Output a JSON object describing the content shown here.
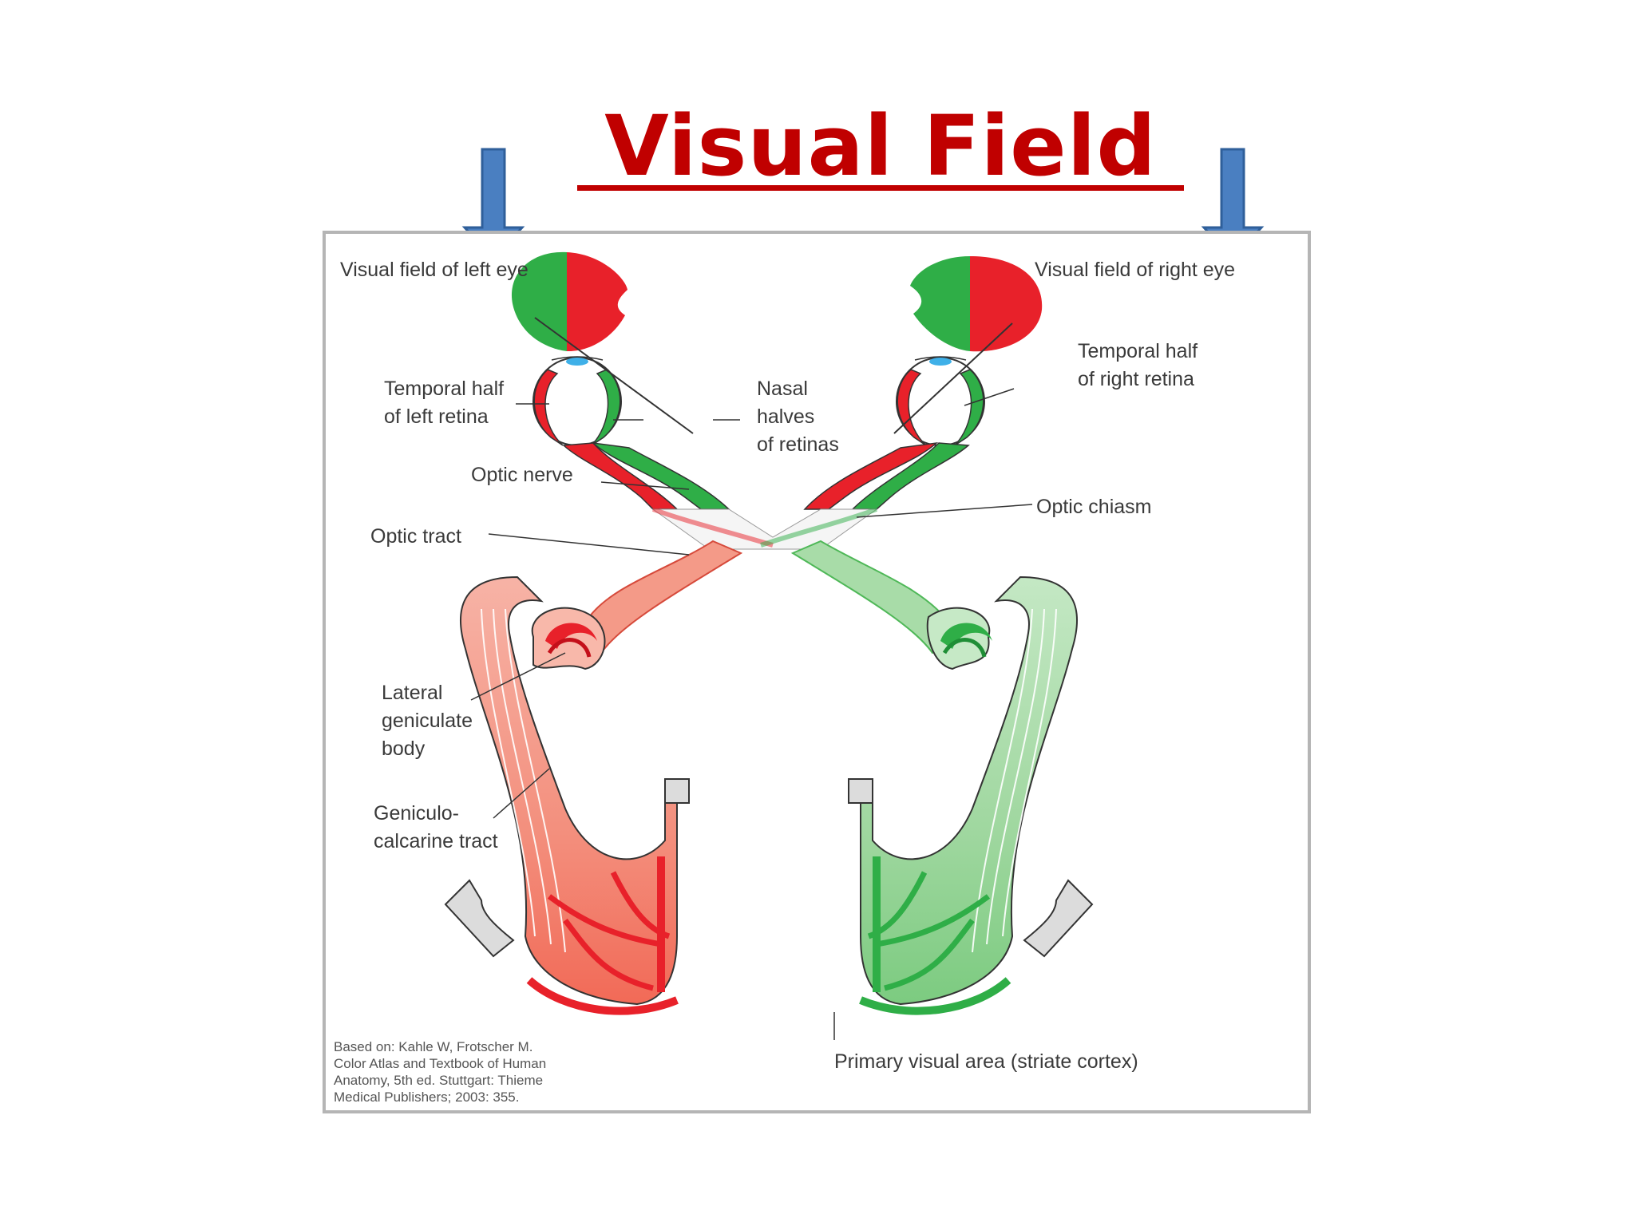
{
  "title": "Visual Field",
  "colors": {
    "title": "#c00000",
    "arrow": "#4a7fc1",
    "left_pathway": "#e8212a",
    "right_pathway": "#2fae47",
    "cortex_grey": "#dcdcdc"
  },
  "labels": {
    "field_left_eye": "Visual field of left eye",
    "field_right_eye": "Visual field of right eye",
    "temporal_left": "Temporal half\nof left retina",
    "temporal_right": "Temporal half\nof right retina",
    "nasal": "Nasal\nhalves\nof retinas",
    "optic_nerve": "Optic nerve",
    "optic_chiasm": "Optic chiasm",
    "optic_tract": "Optic tract",
    "lgb": "Lateral\ngeniculate\nbody",
    "geniculo": "Geniculo-\ncalcarine tract",
    "primary_visual": "Primary visual area (striate cortex)"
  },
  "credit": "Based on: Kahle W, Frotscher M.\nColor Atlas and Textbook of Human\nAnatomy, 5th ed. Stuttgart: Thieme\nMedical Publishers; 2003: 355."
}
